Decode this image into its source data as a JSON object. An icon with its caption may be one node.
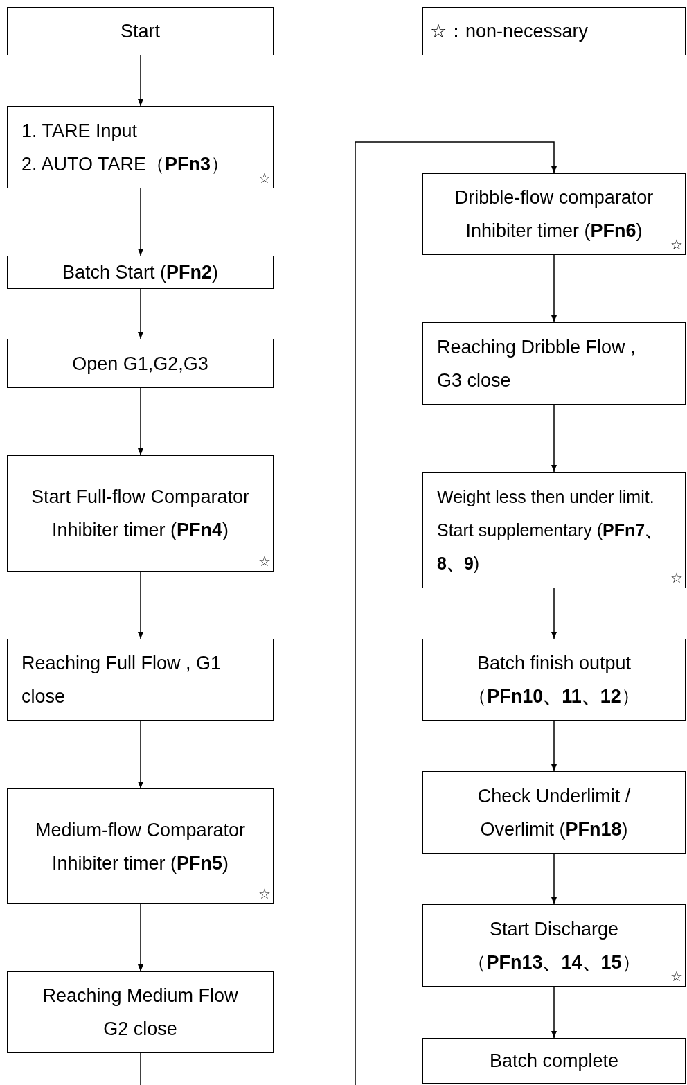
{
  "diagram": {
    "nodes": [
      {
        "text": [
          "Start"
        ]
      },
      {
        "text": [
          "1.  TARE Input",
          "2.  AUTO TARE（**PFn3**）",
          "☆"
        ]
      },
      {
        "text": [
          "Batch Start (**PFn2**)"
        ]
      },
      {
        "text": [
          "Open G1,G2,G3"
        ]
      },
      {
        "text": [
          "Start Full-flow Comparator Inhibiter timer (**PFn4**)",
          "☆"
        ]
      },
      {
        "text": [
          "Reaching Full Flow , G1 close"
        ]
      },
      {
        "text": [
          "Medium-flow Comparator Inhibiter timer (**PFn5**)",
          "☆"
        ]
      },
      {
        "text": [
          "Reaching Medium Flow G2 close"
        ]
      },
      {
        "text": [
          "☆：non-necessary"
        ]
      },
      {
        "text": [
          "Dribble-flow comparator Inhibiter timer (**PFn6**)",
          "☆"
        ]
      },
      {
        "text": [
          "Reaching Dribble Flow , G3 close"
        ]
      },
      {
        "text": [
          "Weight less then under limit. Start supplementary (**PFn7、8、9**)",
          "☆"
        ]
      },
      {
        "text": [
          "Batch finish output （**PFn10、11、12**）"
        ]
      },
      {
        "text": [
          "Check Underlimit / Overlimit (**PFn18**)"
        ]
      },
      {
        "text": [
          "Start Discharge （**PFn13、14、15**）",
          "☆"
        ]
      },
      {
        "text": [
          "Batch complete"
        ]
      }
    ],
    "edges": [
      {
        "from": 0,
        "to": 1,
        "arrow": "to"
      },
      {
        "from": 1,
        "to": 2,
        "arrow": "to"
      },
      {
        "from": 2,
        "to": 3,
        "arrow": "to"
      },
      {
        "from": 3,
        "to": 4,
        "arrow": "to"
      },
      {
        "from": 4,
        "to": 5,
        "arrow": "to"
      },
      {
        "from": 5,
        "to": 6,
        "arrow": "to"
      },
      {
        "from": 6,
        "to": 7,
        "arrow": "to"
      },
      {
        "from": 7,
        "to": null,
        "arrow": "none"
      },
      {
        "from": null,
        "to": 9,
        "arrow": "to"
      },
      {
        "from": 9,
        "to": 10,
        "arrow": "to"
      },
      {
        "from": 10,
        "to": 11,
        "arrow": "to"
      },
      {
        "from": 11,
        "to": 12,
        "arrow": "to"
      },
      {
        "from": 12,
        "to": 13,
        "arrow": "to"
      },
      {
        "from": 13,
        "to": 14,
        "arrow": "to"
      },
      {
        "from": 14,
        "to": 15,
        "arrow": "to"
      }
    ]
  }
}
